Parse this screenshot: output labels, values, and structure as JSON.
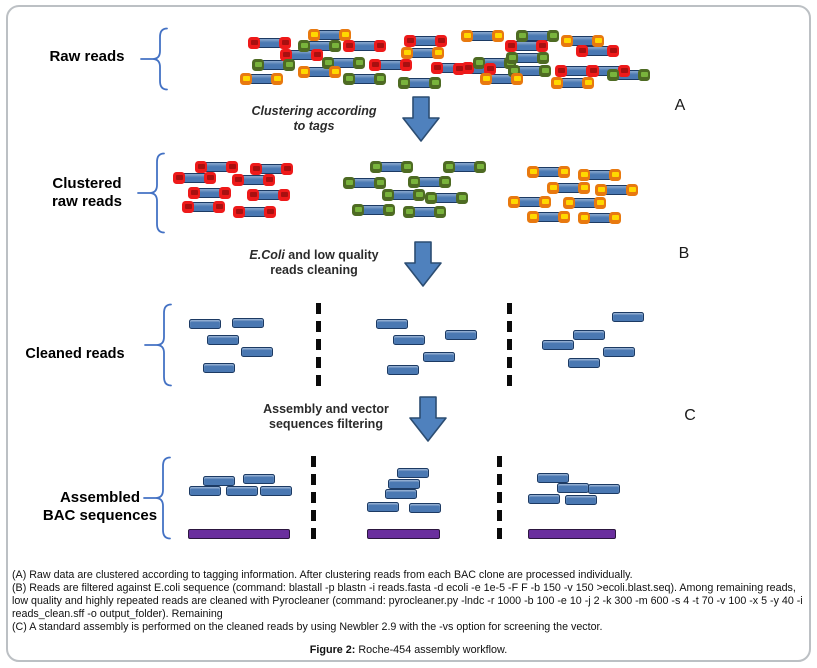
{
  "stages": {
    "raw": {
      "label": "Raw reads"
    },
    "clustered": {
      "label_line1": "Clustered",
      "label_line2": "raw reads"
    },
    "cleaned": {
      "label": "Cleaned reads"
    },
    "assembled": {
      "label_line1": "Assembled",
      "label_line2": "BAC sequences"
    }
  },
  "arrows": [
    {
      "letter": "A",
      "text_line1": "Clustering according",
      "text_line2": "to tags"
    },
    {
      "letter": "B",
      "text_italic": "E.Coli",
      "text_line1": " and low quality",
      "text_line2": "reads cleaning"
    },
    {
      "letter": "C",
      "text_line1": "Assembly and vector",
      "text_line2": "sequences filtering"
    }
  ],
  "raw_reads": [
    [
      248,
      36,
      "red"
    ],
    [
      308,
      28,
      "orange"
    ],
    [
      298,
      39,
      "green"
    ],
    [
      343,
      39,
      "red"
    ],
    [
      280,
      48,
      "red"
    ],
    [
      252,
      58,
      "green"
    ],
    [
      322,
      56,
      "green"
    ],
    [
      298,
      65,
      "orange"
    ],
    [
      240,
      72,
      "orange"
    ],
    [
      343,
      72,
      "green"
    ],
    [
      404,
      34,
      "red"
    ],
    [
      401,
      46,
      "orange"
    ],
    [
      369,
      58,
      "red"
    ],
    [
      431,
      61,
      "red"
    ],
    [
      398,
      76,
      "green"
    ],
    [
      461,
      29,
      "orange"
    ],
    [
      516,
      29,
      "green"
    ],
    [
      505,
      39,
      "red"
    ],
    [
      473,
      56,
      "green"
    ],
    [
      453,
      62,
      "red"
    ],
    [
      506,
      51,
      "green"
    ],
    [
      508,
      64,
      "green"
    ],
    [
      480,
      72,
      "orange"
    ],
    [
      561,
      34,
      "orange"
    ],
    [
      576,
      44,
      "red"
    ],
    [
      555,
      64,
      "red"
    ],
    [
      587,
      64,
      "red"
    ],
    [
      551,
      76,
      "orange"
    ],
    [
      607,
      68,
      "green"
    ]
  ],
  "clusters": [
    {
      "tag": "red",
      "reads": [
        [
          195,
          160
        ],
        [
          250,
          162
        ],
        [
          173,
          171
        ],
        [
          232,
          173
        ],
        [
          188,
          186
        ],
        [
          247,
          188
        ],
        [
          182,
          200
        ],
        [
          233,
          205
        ]
      ]
    },
    {
      "tag": "green",
      "reads": [
        [
          370,
          160
        ],
        [
          443,
          160
        ],
        [
          343,
          176
        ],
        [
          408,
          175
        ],
        [
          382,
          188
        ],
        [
          425,
          191
        ],
        [
          352,
          203
        ],
        [
          403,
          205
        ]
      ]
    },
    {
      "tag": "orange",
      "reads": [
        [
          527,
          165
        ],
        [
          578,
          168
        ],
        [
          547,
          181
        ],
        [
          595,
          183
        ],
        [
          508,
          195
        ],
        [
          563,
          196
        ],
        [
          527,
          210
        ],
        [
          578,
          211
        ]
      ]
    }
  ],
  "cleaned_groups": [
    {
      "bars": [
        [
          189,
          319
        ],
        [
          232,
          318
        ],
        [
          207,
          335
        ],
        [
          241,
          347
        ],
        [
          203,
          363
        ]
      ]
    },
    {
      "bars": [
        [
          376,
          319
        ],
        [
          445,
          330
        ],
        [
          393,
          335
        ],
        [
          423,
          352
        ],
        [
          387,
          365
        ]
      ]
    },
    {
      "bars": [
        [
          612,
          312
        ],
        [
          573,
          330
        ],
        [
          542,
          340
        ],
        [
          603,
          347
        ],
        [
          568,
          358
        ]
      ]
    }
  ],
  "assembled_groups": [
    {
      "bars": [
        [
          203,
          476
        ],
        [
          243,
          474
        ],
        [
          189,
          486
        ],
        [
          226,
          486
        ],
        [
          260,
          486
        ]
      ],
      "contig": [
        188,
        529,
        100
      ]
    },
    {
      "bars": [
        [
          397,
          468
        ],
        [
          388,
          479
        ],
        [
          385,
          489
        ],
        [
          367,
          502
        ],
        [
          409,
          503
        ]
      ],
      "contig": [
        367,
        529,
        71
      ]
    },
    {
      "bars": [
        [
          537,
          473
        ],
        [
          557,
          483
        ],
        [
          588,
          484
        ],
        [
          528,
          494
        ],
        [
          565,
          495
        ]
      ],
      "contig": [
        528,
        529,
        86
      ]
    }
  ],
  "figure": {
    "notes": [
      "(A) Raw data are clustered according to tagging information. After clustering reads from each BAC clone are processed individually.",
      "(B) Reads are filtered against E.coli sequence (command: blastall -p blastn -i reads.fasta -d ecoli -e 1e-5 -F F -b 150 -v 150 >ecoli.blast.seq). Among remaining reads, low quality and highly repeated reads are cleaned with Pyrocleaner (command: pyrocleaner.py -lndc -r 1000 -b 100 -e 10 -j 2 -k 300 -m 600 -s 4 -t 70 -v 100 -x 5 -y 40 -i reads_clean.sff -o output_folder). Remaining",
      "(C) A standard assembly is performed on the cleaned reads by using Newbler 2.9 with the -vs option for screening the vector."
    ],
    "caption_bold": "Figure 2:",
    "caption_rest": " Roche-454 assembly workflow."
  },
  "colors": {
    "read_blue": "#4a78b2",
    "read_blue_border": "#1c3a63",
    "tag_red": "#ee1a1a",
    "tag_red_inner": "#a81010",
    "tag_orange": "#e8790f",
    "tag_orange_inner": "#ffd800",
    "tag_green": "#4e6b23",
    "tag_green_inner": "#79b33c",
    "contig_purple": "#6a2f9e",
    "contig_border": "#2c163f",
    "arrow_blue": "#4f81bd",
    "arrow_border": "#2c4d72",
    "brace": "#4472c4",
    "dash": "#0a0a0a",
    "frame_border": "#bcc0c4"
  }
}
